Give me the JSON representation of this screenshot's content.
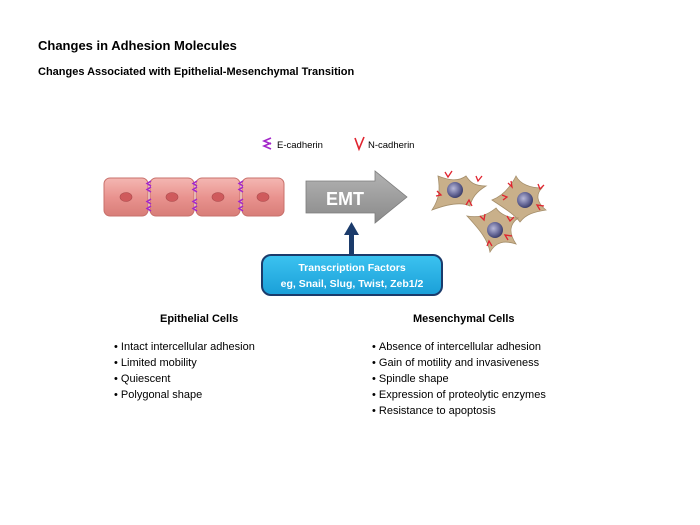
{
  "title": "Changes in Adhesion Molecules",
  "subtitle": "Changes Associated with Epithelial-Mesenchymal Transition",
  "legend": {
    "e_cadherin": "E-cadherin",
    "n_cadherin": "N-cadherin"
  },
  "arrow_label": "EMT",
  "transcription_box": {
    "line1": "Transcription Factors",
    "line2": "eg, Snail, Slug, Twist, Zeb1/2"
  },
  "epithelial": {
    "heading": "Epithelial Cells",
    "items": [
      "Intact intercellular adhesion",
      "Limited mobility",
      "Quiescent",
      "Polygonal shape"
    ]
  },
  "mesenchymal": {
    "heading": "Mesenchymal Cells",
    "items": [
      "Absence of intercellular adhesion",
      "Gain of motility and invasiveness",
      "Spindle shape",
      "Expression of proteolytic enzymes",
      "Resistance to apoptosis"
    ]
  },
  "colors": {
    "epithelial_cell": "#e9938f",
    "epithelial_nucleus": "#cf5a5c",
    "e_cadherin": "#a326c9",
    "n_cadherin": "#e0242f",
    "mesenchymal_cell": "#c9b08a",
    "mesenchymal_nucleus": "#6d6f9e",
    "emt_arrow": "#9a9a9a",
    "box_fill": "#22b0e6",
    "box_border": "#1b3b6b",
    "up_arrow": "#1b3b6b"
  }
}
